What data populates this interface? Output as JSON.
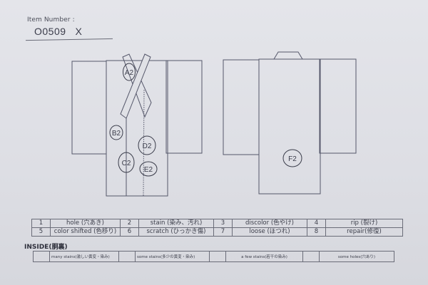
{
  "header": {
    "item_number_label": "Item Number :",
    "item_number": "O0509",
    "item_suffix": "X"
  },
  "front_diagram": {
    "view": "front",
    "marks": [
      {
        "id": "A2",
        "label": "A2",
        "location": "collar"
      },
      {
        "id": "B2",
        "label": "B2",
        "location": "left body"
      },
      {
        "id": "C2",
        "label": "C2",
        "location": "lower left front"
      },
      {
        "id": "D2",
        "label": "D2",
        "location": "right front"
      },
      {
        "id": "E2",
        "label": "E2",
        "location": "lower right front"
      }
    ]
  },
  "back_diagram": {
    "view": "back",
    "marks": [
      {
        "id": "F2",
        "label": "F2",
        "location": "lower back"
      }
    ]
  },
  "legend": {
    "rows": [
      [
        {
          "num": "1",
          "label": "hole (穴あき)"
        },
        {
          "num": "2",
          "label": "stain (染み、汚れ)"
        },
        {
          "num": "3",
          "label": "discolor (色やけ)"
        },
        {
          "num": "4",
          "label": "rip (裂け)"
        }
      ],
      [
        {
          "num": "5",
          "label": "color shifted (色移り)"
        },
        {
          "num": "6",
          "label": "scratch (ひっかき傷)"
        },
        {
          "num": "7",
          "label": "loose (ほつれ)"
        },
        {
          "num": "8",
          "label": "repair(修復)"
        }
      ]
    ]
  },
  "inside": {
    "title": "INSIDE(胴裏)",
    "options": [
      {
        "label": "many stains(激しい黄変・染み)",
        "checked": false
      },
      {
        "label": "some stains(多少の黄変・染み)",
        "checked": false
      },
      {
        "label": "a few stains(若干の染み)",
        "checked": false
      },
      {
        "label": "some holes(穴あり)",
        "checked": false
      }
    ]
  }
}
